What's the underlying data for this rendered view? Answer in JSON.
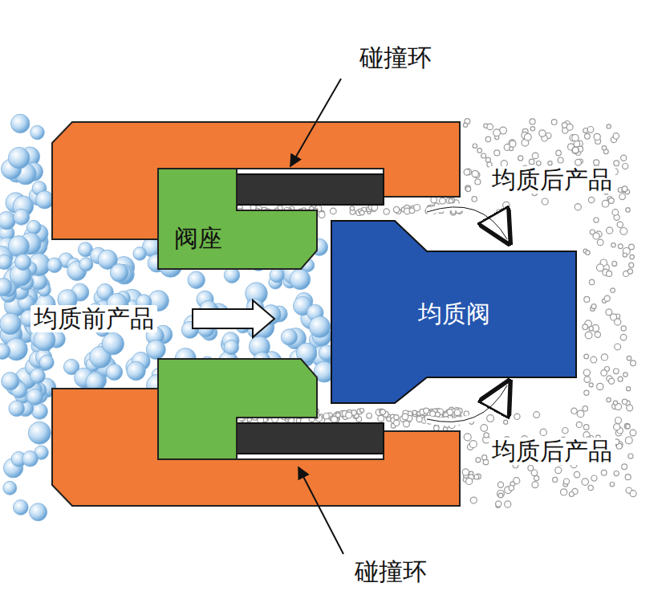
{
  "diagram": {
    "nodes": [
      {
        "text": [
          "阀座"
        ]
      },
      {
        "text": [
          "均质阀"
        ]
      }
    ],
    "labels": [
      "碰撞环",
      "均质后产品",
      "均质前产品",
      "均质后产品",
      "碰撞环"
    ]
  }
}
